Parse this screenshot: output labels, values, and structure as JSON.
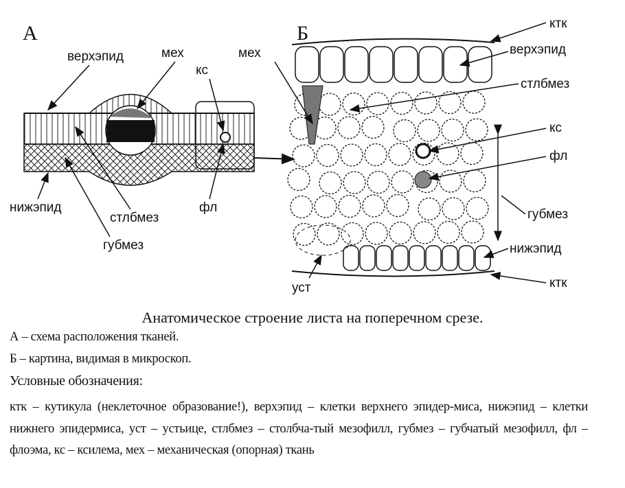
{
  "panel_a": {
    "letter": "А",
    "labels": {
      "upper_epid": "верхэпид",
      "mech": "мех",
      "xylem": "кс",
      "lower_epid": "нижэпид",
      "palisade": "стлбмез",
      "phloem": "фл",
      "spongy": "губмез"
    }
  },
  "panel_b": {
    "letter": "Б",
    "labels": {
      "mech": "мех",
      "cuticle_top": "ктк",
      "upper_epid": "верхэпид",
      "palisade": "стлбмез",
      "xylem": "кс",
      "phloem": "фл",
      "spongy": "губмез",
      "lower_epid": "нижэпид",
      "cuticle_bottom": "ктк",
      "stoma": "уст"
    }
  },
  "caption": {
    "title": "Анатомическое строение листа на поперечном срезе.",
    "line_a": "А – схема расположения тканей.",
    "line_b": "Б – картина, видимая в микроскоп.",
    "legend_title": "Условные обозначения:",
    "legend_text": "ктк – кутикула (неклеточное образование!), верхэпид – клетки верхнего эпидер-миса, нижэпид – клетки нижнего эпидермиса, уст – устьице, стлбмез – столбча-тый мезофилл, губмез – губчатый мезофилл, фл – флоэма, кс – ксилема, мех – механическая (опорная) ткань"
  }
}
